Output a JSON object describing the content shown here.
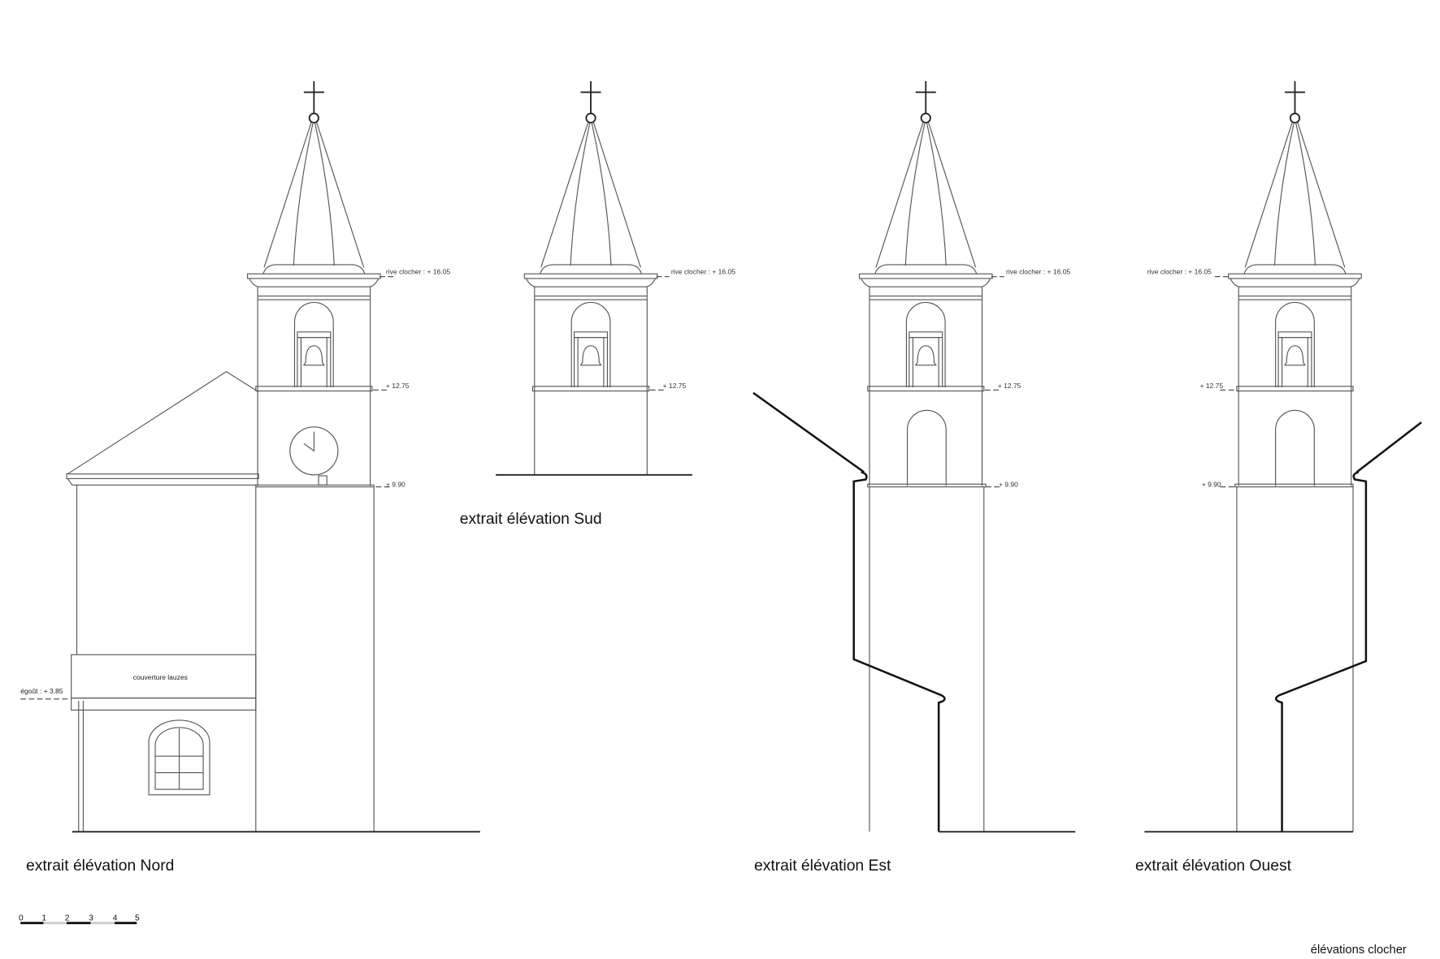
{
  "drawing_title": "élévations clocher",
  "views": [
    {
      "id": "nord",
      "title": "extrait élévation Nord"
    },
    {
      "id": "sud",
      "title": "extrait élévation Sud"
    },
    {
      "id": "est",
      "title": "extrait élévation Est"
    },
    {
      "id": "ouest",
      "title": "extrait élévation Ouest"
    }
  ],
  "levels": {
    "rive": "rive clocher : + 16.05",
    "l1275": "+ 12.75",
    "l990": "+ 9.90",
    "egout": "égoût : + 3.85"
  },
  "annotations": {
    "couverture": "couverture lauzes"
  },
  "scale_bar": {
    "ticks": [
      "0",
      "1",
      "2",
      "3",
      "4",
      "5"
    ]
  }
}
